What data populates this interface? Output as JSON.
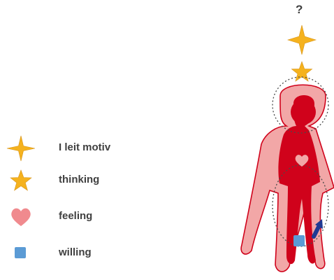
{
  "legend": {
    "items": [
      {
        "label": "I leit motiv",
        "icon": "four-point-star-icon",
        "color": "#F5B21E"
      },
      {
        "label": "thinking",
        "icon": "five-point-star-icon",
        "color": "#F5B21E"
      },
      {
        "label": "feeling",
        "icon": "heart-icon",
        "color": "#F08A8E"
      },
      {
        "label": "willing",
        "icon": "square-icon",
        "color": "#5B9BD5"
      }
    ]
  },
  "figure": {
    "question_mark": "?",
    "colors": {
      "body_dark": "#D0021B",
      "body_light": "#F2A7A7",
      "star": "#F5B21E",
      "heart": "#F08A8E",
      "will_square": "#5B9BD5",
      "arrow": "#1F3A93",
      "dotted_outline": "#4A4A4A"
    }
  }
}
